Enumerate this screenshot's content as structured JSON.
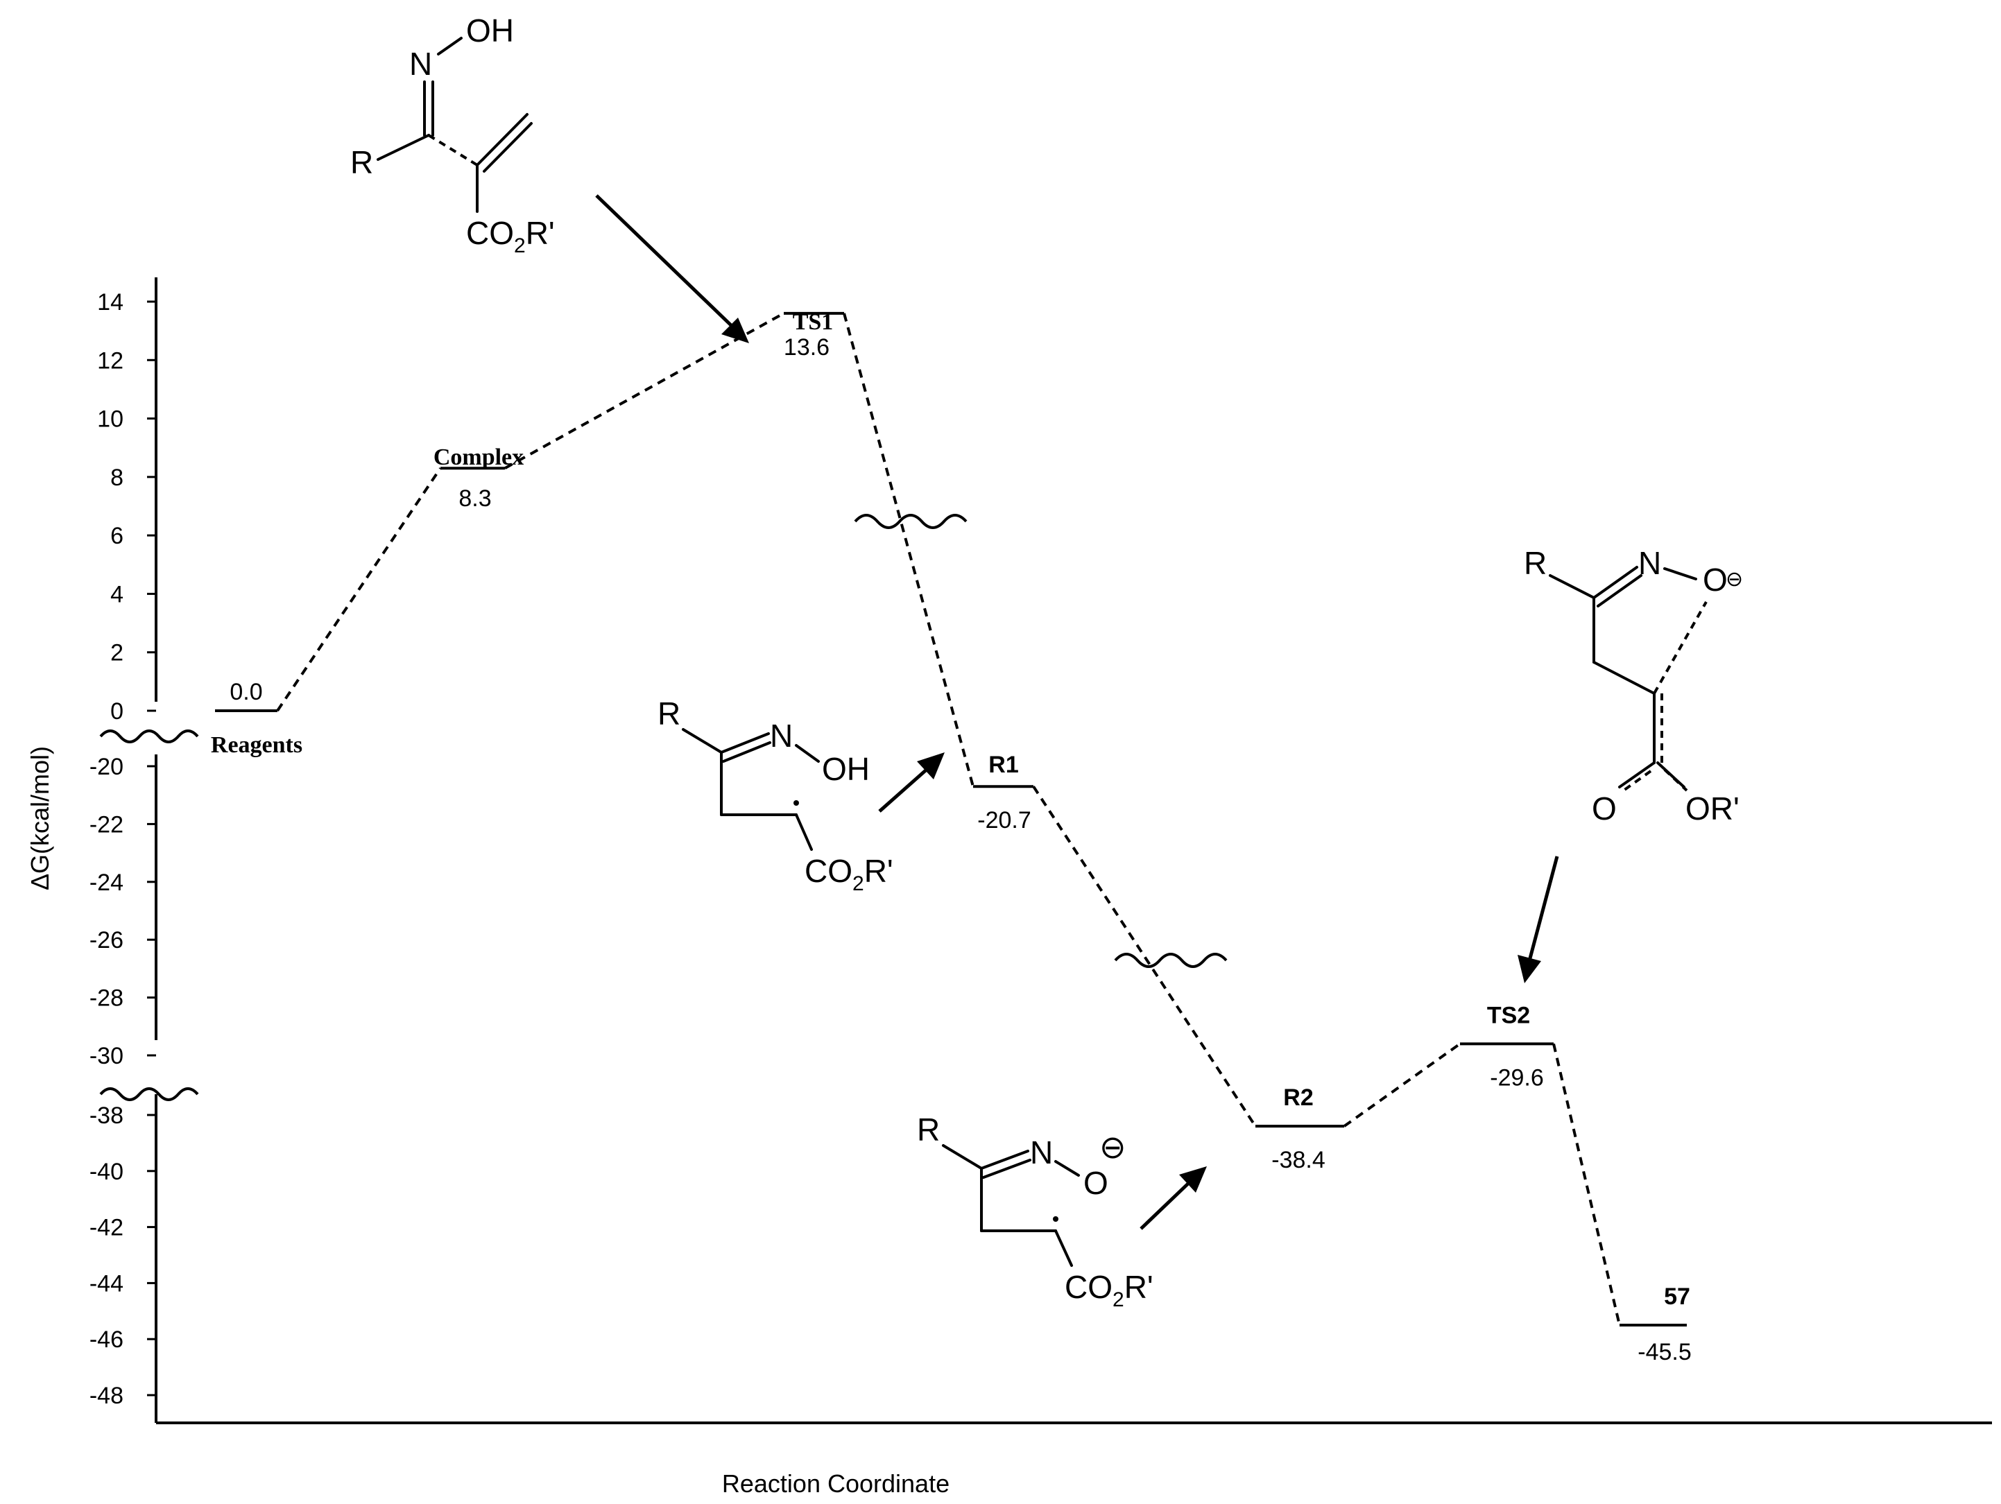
{
  "chart_data": {
    "type": "energy-profile",
    "xlabel": "Reaction Coordinate",
    "ylabel": "ΔG(kcal/mol)",
    "y_segments": [
      {
        "range": [
          0,
          14
        ],
        "ticks": [
          "14",
          "12",
          "10",
          "8",
          "6",
          "4",
          "2",
          "0"
        ]
      },
      {
        "range": [
          -30,
          -20
        ],
        "ticks": [
          "-20",
          "-22",
          "-24",
          "-26",
          "-28",
          "-30"
        ]
      },
      {
        "range": [
          -48,
          -38
        ],
        "ticks": [
          "-38",
          "-40",
          "-42",
          "-44",
          "-46",
          "-48"
        ]
      }
    ],
    "states": [
      {
        "name": "Reagents",
        "value": 0.0,
        "value_label": "0.0"
      },
      {
        "name": "Complex",
        "value": 8.3,
        "value_label": "8.3"
      },
      {
        "name": "TS1",
        "value": 13.6,
        "value_label": "13.6"
      },
      {
        "name": "R1",
        "value": -20.7,
        "value_label": "-20.7"
      },
      {
        "name": "R2",
        "value": -38.4,
        "value_label": "-38.4"
      },
      {
        "name": "TS2",
        "value": -29.6,
        "value_label": "-29.6"
      },
      {
        "name": "57",
        "value": -45.5,
        "value_label": "-45.5"
      }
    ]
  },
  "structures": {
    "ts1": {
      "n": "N",
      "oh": "OH",
      "r": "R",
      "co2r": "CO",
      "co2r_sub": "2",
      "co2r_tail": "R'"
    },
    "r1": {
      "r": "R",
      "n": "N",
      "oh": "OH",
      "co2r": "CO",
      "co2r_sub": "2",
      "co2r_tail": "R'"
    },
    "r2": {
      "r": "R",
      "n": "N",
      "o": "O",
      "charge": "⊖",
      "co2r": "CO",
      "co2r_sub": "2",
      "co2r_tail": "R'"
    },
    "ts2": {
      "r": "R",
      "n": "N",
      "o": "O",
      "charge": "⊖",
      "o_left": "O",
      "or": "OR'"
    }
  }
}
